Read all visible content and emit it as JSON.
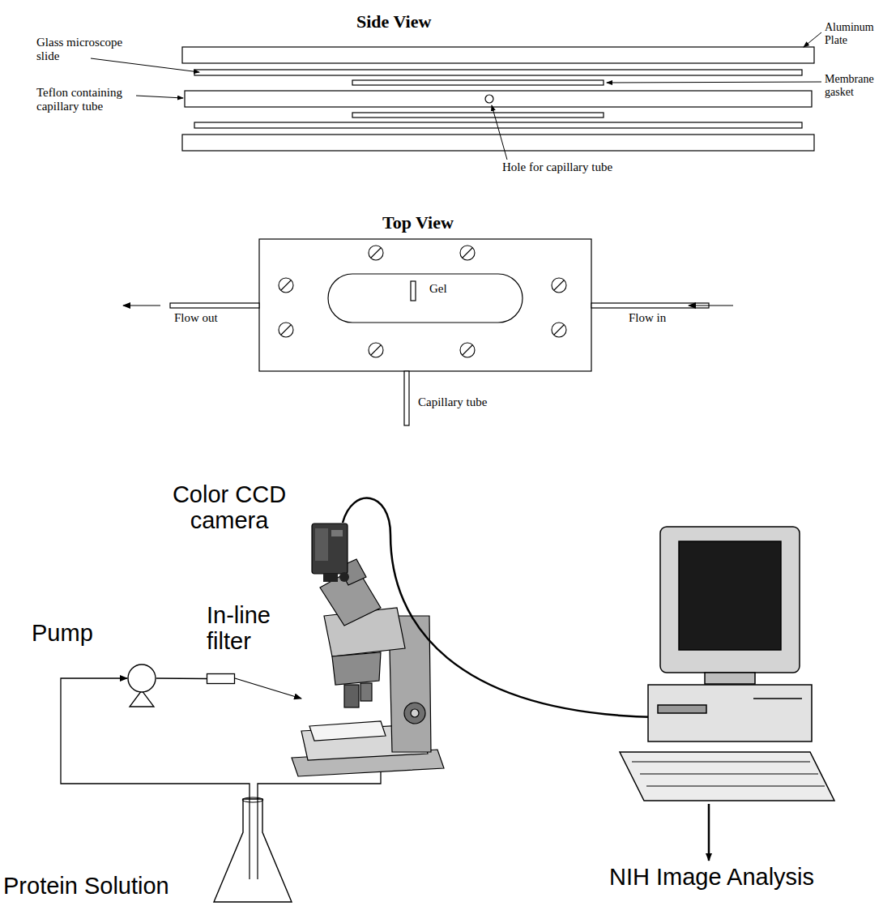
{
  "diagram": {
    "nodes": [
      {
        "text": [
          "Pump"
        ]
      },
      {
        "text": [
          "In-line filter"
        ]
      },
      {
        "text": [
          "Protein Solution"
        ]
      },
      {
        "text": [
          "Color CCD camera"
        ]
      }
    ],
    "edges": [
      {
        "from": 2,
        "to": 0,
        "arrow": "to"
      },
      {
        "from": 0,
        "to": 1,
        "arrow": "none"
      }
    ],
    "labels": [
      "Side View",
      "Glass microscope slide",
      "Teflon containing capillary tube",
      "Aluminum Plate",
      "Membrane gasket",
      "Hole for capillary tube",
      "Top View",
      "Gel",
      "Flow out",
      "Flow in",
      "Capillary tube",
      "NIH Image Analysis"
    ]
  }
}
